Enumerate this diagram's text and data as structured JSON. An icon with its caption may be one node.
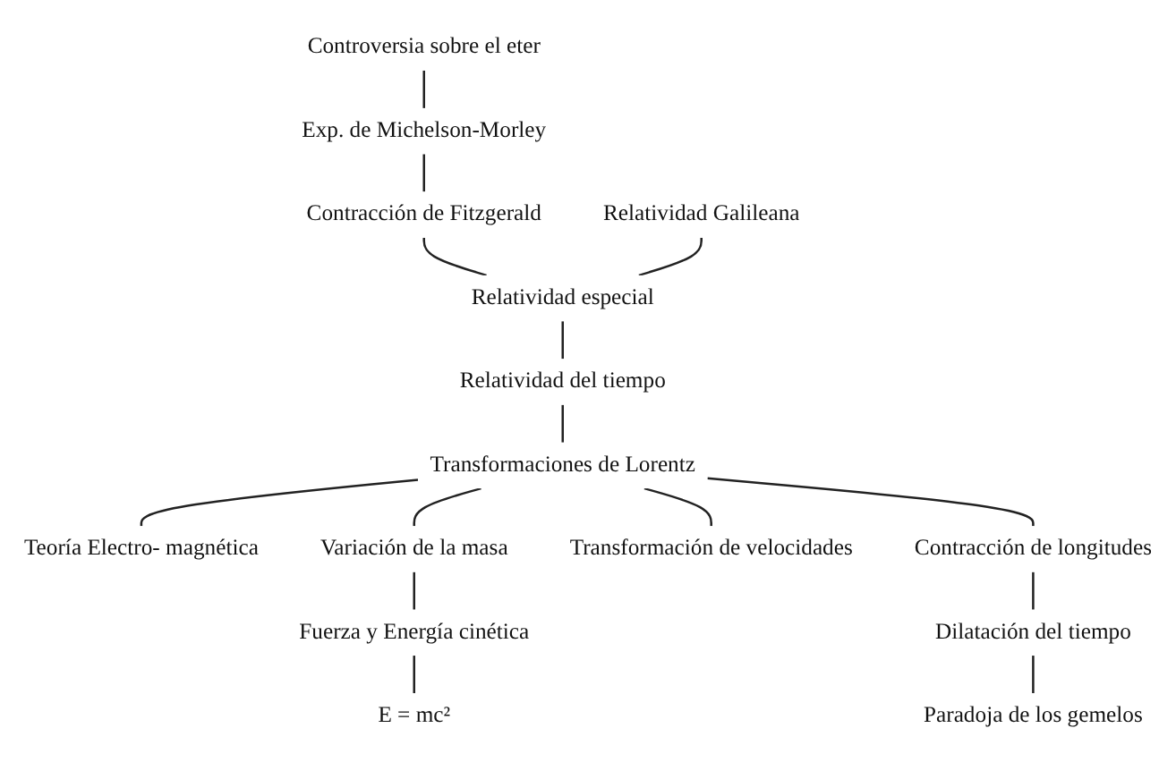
{
  "diagram": {
    "nodes": [
      {
        "text": [
          "Controversia sobre el eter"
        ]
      },
      {
        "text": [
          "Exp. de Michelson-Morley"
        ]
      },
      {
        "text": [
          "Contracción de Fitzgerald"
        ]
      },
      {
        "text": [
          "Relatividad Galileana"
        ]
      },
      {
        "text": [
          "Relatividad especial"
        ]
      },
      {
        "text": [
          "Relatividad del tiempo"
        ]
      },
      {
        "text": [
          "Transformaciones de Lorentz"
        ]
      },
      {
        "text": [
          "Teoría Electro- magnética"
        ]
      },
      {
        "text": [
          "Variación de la masa"
        ]
      },
      {
        "text": [
          "Transformación de velocidades"
        ]
      },
      {
        "text": [
          "Contracción de longitudes"
        ]
      },
      {
        "text": [
          "Fuerza y Energía cinética"
        ]
      },
      {
        "text": [
          "E = mc²"
        ]
      },
      {
        "text": [
          "Dilatación del tiempo"
        ]
      },
      {
        "text": [
          "Paradoja de los gemelos"
        ]
      }
    ],
    "edges": [
      {
        "from": 0,
        "to": 1,
        "arrow": "none"
      },
      {
        "from": 1,
        "to": 2,
        "arrow": "none"
      },
      {
        "from": 2,
        "to": 4,
        "arrow": "none"
      },
      {
        "from": 3,
        "to": 4,
        "arrow": "none"
      },
      {
        "from": 4,
        "to": 5,
        "arrow": "none"
      },
      {
        "from": 5,
        "to": 6,
        "arrow": "none"
      },
      {
        "from": 6,
        "to": 7,
        "arrow": "none"
      },
      {
        "from": 6,
        "to": 8,
        "arrow": "none"
      },
      {
        "from": 6,
        "to": 9,
        "arrow": "none"
      },
      {
        "from": 6,
        "to": 10,
        "arrow": "none"
      },
      {
        "from": 8,
        "to": 11,
        "arrow": "none"
      },
      {
        "from": 11,
        "to": 12,
        "arrow": "none"
      },
      {
        "from": 10,
        "to": 13,
        "arrow": "none"
      },
      {
        "from": 13,
        "to": 14,
        "arrow": "none"
      }
    ]
  }
}
